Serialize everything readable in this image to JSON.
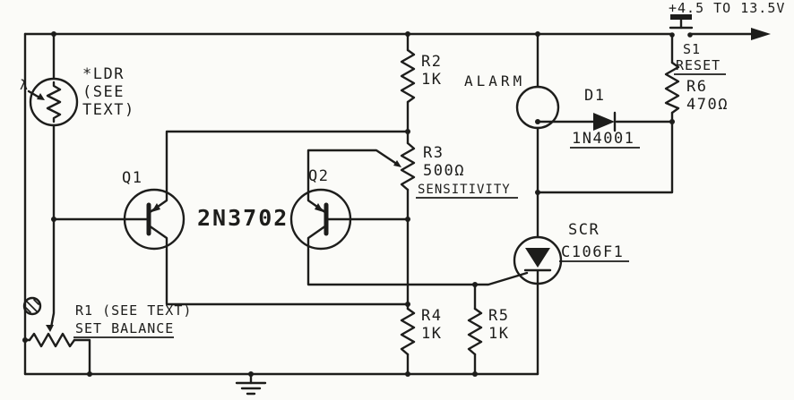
{
  "colors": {
    "background": "#fbfbf8",
    "ink": "#1d1d1b"
  },
  "power": {
    "label": "+4.5 TO 13.5V"
  },
  "s1": {
    "ref": "S1",
    "label": "RESET"
  },
  "r6": {
    "ref": "R6",
    "value": "470Ω"
  },
  "ldr": {
    "line1": "*LDR",
    "line2": "(SEE",
    "line3": "TEXT)",
    "lambda": "λ"
  },
  "alarm": {
    "label": "ALARM"
  },
  "d1": {
    "ref": "D1",
    "value": "1N4001"
  },
  "scr": {
    "ref": "SCR",
    "value": "C106F1"
  },
  "q1": {
    "ref": "Q1"
  },
  "q2": {
    "ref": "Q2"
  },
  "pair": {
    "type": "2N3702"
  },
  "r1": {
    "ref": "R1 (SEE TEXT)",
    "label": "SET BALANCE"
  },
  "r2": {
    "ref": "R2",
    "value": "1K"
  },
  "r3": {
    "ref": "R3",
    "value": "500Ω",
    "label": "SENSITIVITY"
  },
  "r4": {
    "ref": "R4",
    "value": "1K"
  },
  "r5": {
    "ref": "R5",
    "value": "1K"
  }
}
